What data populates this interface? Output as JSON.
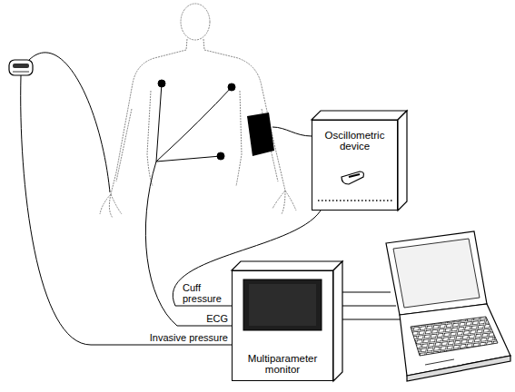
{
  "diagram": {
    "nodes": [
      {
        "text": [
          "Oscillometric device"
        ]
      },
      {
        "text": [
          "Multiparameter monitor"
        ]
      }
    ],
    "edges": [
      {
        "from": 0,
        "to": 1,
        "arrow": "none",
        "label": "Cuff pressure"
      }
    ],
    "labels": [
      "ECG",
      "Invasive pressure"
    ]
  }
}
